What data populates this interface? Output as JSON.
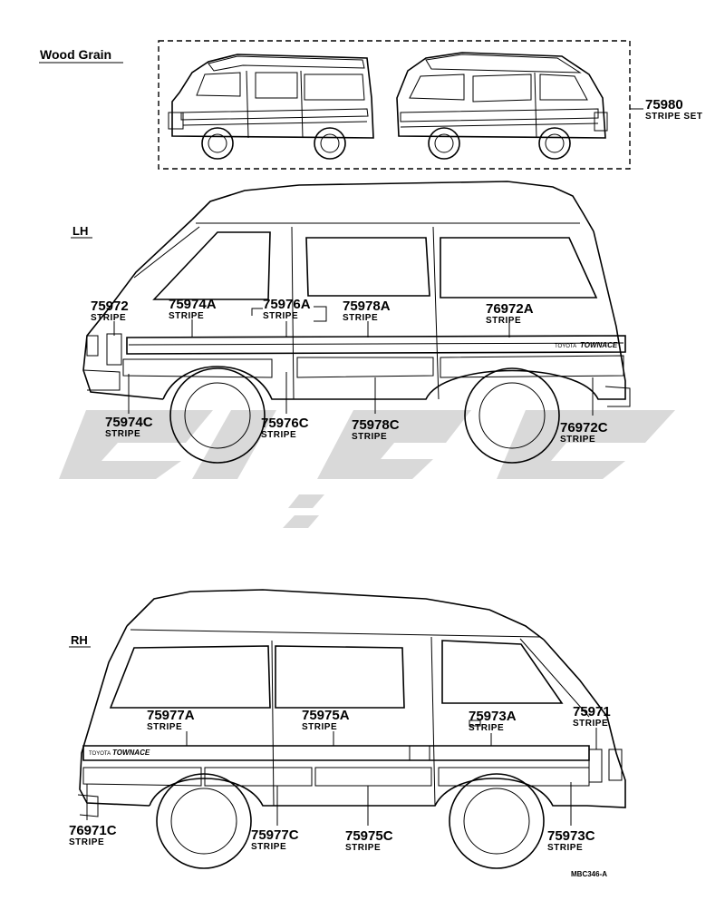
{
  "title": "Wood Grain",
  "set": {
    "part": "75980",
    "desc": "STRIPE SET"
  },
  "sides": {
    "lh": "LH",
    "rh": "RH"
  },
  "emblem": {
    "brand": "TOYOTA",
    "model": "TOWNACE"
  },
  "lh_callouts": [
    {
      "part": "75972",
      "desc": "STRIPE"
    },
    {
      "part": "75974A",
      "desc": "STRIPE"
    },
    {
      "part": "75976A",
      "desc": "STRIPE"
    },
    {
      "part": "75978A",
      "desc": "STRIPE"
    },
    {
      "part": "76972A",
      "desc": "STRIPE"
    },
    {
      "part": "75974C",
      "desc": "STRIPE"
    },
    {
      "part": "75976C",
      "desc": "STRIPE"
    },
    {
      "part": "75978C",
      "desc": "STRIPE"
    },
    {
      "part": "76972C",
      "desc": "STRIPE"
    }
  ],
  "rh_callouts": [
    {
      "part": "75977A",
      "desc": "STRIPE"
    },
    {
      "part": "75975A",
      "desc": "STRIPE"
    },
    {
      "part": "75973A",
      "desc": "STRIPE"
    },
    {
      "part": "75971",
      "desc": "STRIPE"
    },
    {
      "part": "76971C",
      "desc": "STRIPE"
    },
    {
      "part": "75977C",
      "desc": "STRIPE"
    },
    {
      "part": "75975C",
      "desc": "STRIPE"
    },
    {
      "part": "75973C",
      "desc": "STRIPE"
    }
  ],
  "drawing_code": "MBC346-A"
}
